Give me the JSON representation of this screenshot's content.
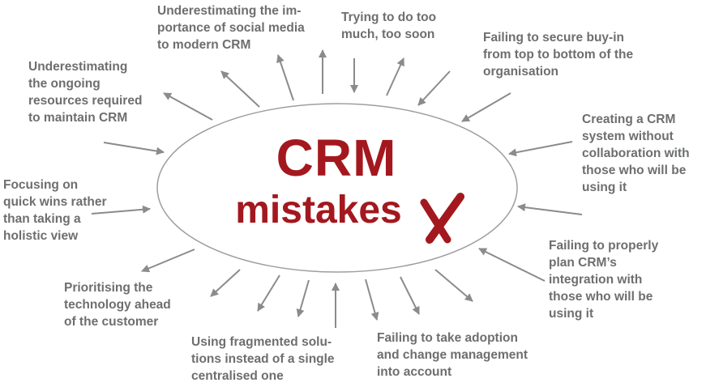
{
  "diagram": {
    "title_line1": "CRM",
    "title_line2": "mistakes",
    "mark_icon": "red-x-mark-icon",
    "colors": {
      "title": "#a3181e",
      "text": "#6d6e70",
      "arrow": "#8a8b8d",
      "ellipse": "#9d9e9f"
    },
    "mistakes": [
      {
        "lines": [
          "Underestimating the im-",
          "portance of social media",
          "to modern CRM"
        ]
      },
      {
        "lines": [
          "Trying to do too",
          "much, too soon"
        ]
      },
      {
        "lines": [
          "Failing to secure buy-in",
          "from top to bottom of the",
          "organisation"
        ]
      },
      {
        "lines": [
          "Underestimating",
          "the ongoing",
          "resources required",
          "to maintain CRM"
        ]
      },
      {
        "lines": [
          "Creating a CRM",
          "system without",
          "collaboration with",
          "those who will be",
          "using it"
        ]
      },
      {
        "lines": [
          "Focusing on",
          "quick wins rather",
          "than taking a",
          "holistic view"
        ]
      },
      {
        "lines": [
          "Failing to properly",
          "plan CRM’s",
          "integration with",
          "those who will be",
          "using it"
        ]
      },
      {
        "lines": [
          "Prioritising the",
          "technology ahead",
          "of the customer"
        ]
      },
      {
        "lines": [
          "Using fragmented solu-",
          "tions instead of a single",
          "centralised one"
        ]
      },
      {
        "lines": [
          "Failing to take adoption",
          "and change management",
          "into account"
        ]
      }
    ]
  }
}
